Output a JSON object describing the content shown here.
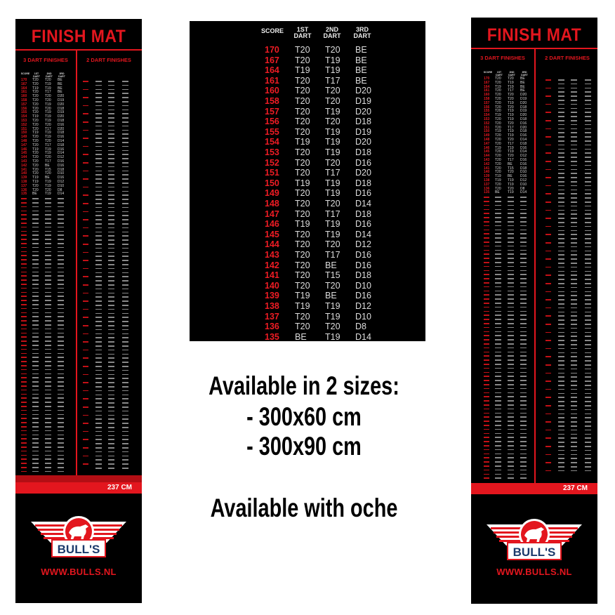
{
  "mat": {
    "title": "FINISH MAT",
    "three_dart_heading": "3 DART FINISHES",
    "two_dart_heading": "2 DART FINISHES",
    "col_score": "SCORE",
    "col_1st": "1ST DART",
    "col_2nd": "2ND DART",
    "col_3rd": "3RD DART",
    "distance": "237 CM",
    "logo_text": "BULL'S",
    "url": "WWW.BULLS.NL"
  },
  "table": {
    "headers": {
      "score": "SCORE",
      "first": "1ST DART",
      "second": "2ND DART",
      "third": "3RD DART"
    },
    "rows": [
      [
        "170",
        "T20",
        "T20",
        "BE"
      ],
      [
        "167",
        "T20",
        "T19",
        "BE"
      ],
      [
        "164",
        "T19",
        "T19",
        "BE"
      ],
      [
        "161",
        "T20",
        "T17",
        "BE"
      ],
      [
        "160",
        "T20",
        "T20",
        "D20"
      ],
      [
        "158",
        "T20",
        "T20",
        "D19"
      ],
      [
        "157",
        "T20",
        "T19",
        "D20"
      ],
      [
        "156",
        "T20",
        "T20",
        "D18"
      ],
      [
        "155",
        "T20",
        "T19",
        "D19"
      ],
      [
        "154",
        "T19",
        "T19",
        "D20"
      ],
      [
        "153",
        "T20",
        "T19",
        "D18"
      ],
      [
        "152",
        "T20",
        "T20",
        "D16"
      ],
      [
        "151",
        "T20",
        "T17",
        "D20"
      ],
      [
        "150",
        "T19",
        "T19",
        "D18"
      ],
      [
        "149",
        "T20",
        "T19",
        "D16"
      ],
      [
        "148",
        "T20",
        "T20",
        "D14"
      ],
      [
        "147",
        "T20",
        "T17",
        "D18"
      ],
      [
        "146",
        "T19",
        "T19",
        "D16"
      ],
      [
        "145",
        "T20",
        "T19",
        "D14"
      ],
      [
        "144",
        "T20",
        "T20",
        "D12"
      ],
      [
        "143",
        "T20",
        "T17",
        "D16"
      ],
      [
        "142",
        "T20",
        "BE",
        "D16"
      ],
      [
        "141",
        "T20",
        "T15",
        "D18"
      ],
      [
        "140",
        "T20",
        "T20",
        "D10"
      ],
      [
        "139",
        "T19",
        "BE",
        "D16"
      ],
      [
        "138",
        "T19",
        "T19",
        "D12"
      ],
      [
        "137",
        "T20",
        "T19",
        "D10"
      ],
      [
        "136",
        "T20",
        "T20",
        "D8"
      ],
      [
        "135",
        "BE",
        "T19",
        "D14"
      ]
    ]
  },
  "promo": {
    "line1": "Available in 2 sizes:",
    "line2": "- 300x60 cm",
    "line3": "- 300x90 cm",
    "line4": "Available with oche"
  },
  "colors": {
    "red": "#e3161e",
    "black": "#000000",
    "navy": "#1b3a6b"
  }
}
